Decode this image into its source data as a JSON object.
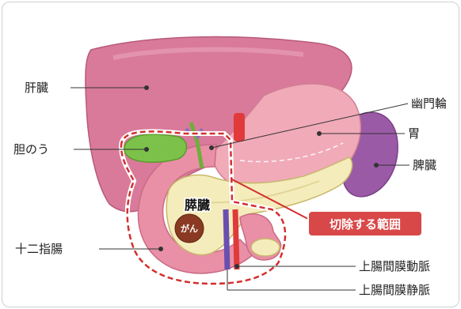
{
  "labels": {
    "liver": "肝臓",
    "gallbladder": "胆のう",
    "duodenum": "十二指腸",
    "pylorus": "幽門輪",
    "stomach": "胃",
    "spleen": "脾臓",
    "pancreas": "膵臓",
    "cancer": "がん",
    "resection_range": "切除する範囲",
    "sma": "上腸間膜動脈",
    "smv": "上腸間膜静脈"
  },
  "colors": {
    "liver": "#d97a9a",
    "stomach": "#f0aab8",
    "duodenum": "#e98fa6",
    "pancreas": "#f5ecbc",
    "gallbladder": "#7cc24a",
    "spleen": "#9b5aa6",
    "cancer": "#8a3a22",
    "resection": "#d32f2f",
    "artery": "#e03a3a",
    "vein": "#6a4fb0"
  }
}
